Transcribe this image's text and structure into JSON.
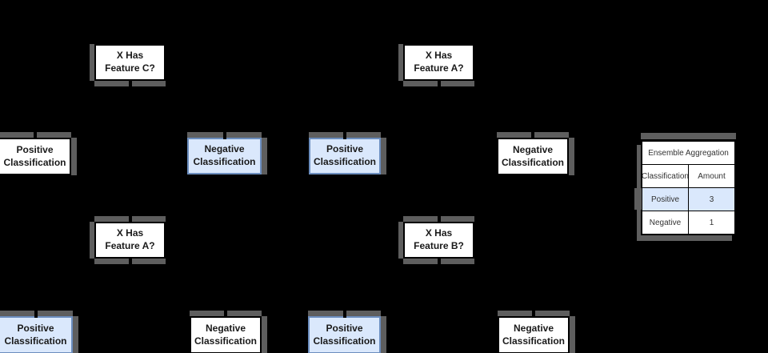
{
  "canvas": {
    "background": "#000000"
  },
  "colors": {
    "leaf_highlight_fill": "#dae8fc",
    "leaf_highlight_border": "#6c8ebf",
    "box_fill": "#ffffff",
    "box_border": "#000000",
    "ghost_shadow": "#5e5e5e",
    "text": "#1a1a1a"
  },
  "trees": [
    {
      "question": "X Has Feature C?",
      "leaves": [
        {
          "label": "Positive Classification",
          "highlighted": false
        },
        {
          "label": "Negative Classification",
          "highlighted": true
        }
      ]
    },
    {
      "question": "X Has Feature A?",
      "leaves": [
        {
          "label": "Positive Classification",
          "highlighted": true
        },
        {
          "label": "Negative Classification",
          "highlighted": false
        }
      ]
    },
    {
      "question": "X Has Feature A?",
      "leaves": [
        {
          "label": "Positive Classification",
          "highlighted": true
        },
        {
          "label": "Negative Classification",
          "highlighted": false
        }
      ]
    },
    {
      "question": "X Has Feature B?",
      "leaves": [
        {
          "label": "Positive Classification",
          "highlighted": true
        },
        {
          "label": "Negative Classification",
          "highlighted": false
        }
      ]
    }
  ],
  "aggregation_table": {
    "title": "Ensemble Aggregation",
    "columns": [
      "Classification",
      "Amount"
    ],
    "rows": [
      {
        "classification": "Positive",
        "amount": "3",
        "highlighted": true
      },
      {
        "classification": "Negative",
        "amount": "1",
        "highlighted": false
      }
    ]
  }
}
